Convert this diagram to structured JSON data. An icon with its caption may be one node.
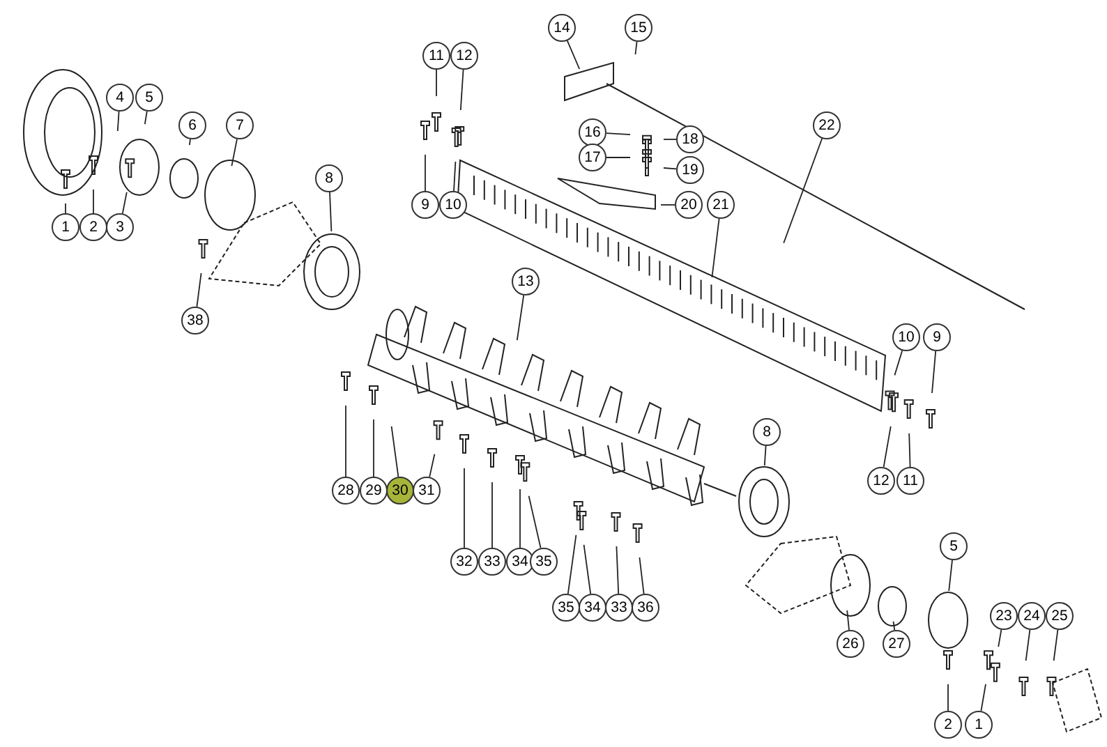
{
  "diagram": {
    "nodes": [
      {
        "text": [
          "1"
        ]
      },
      {
        "text": [
          "2"
        ]
      },
      {
        "text": [
          "3"
        ]
      },
      {
        "text": [
          "4"
        ]
      },
      {
        "text": [
          "5"
        ]
      },
      {
        "text": [
          "6"
        ]
      },
      {
        "text": [
          "7"
        ]
      },
      {
        "text": [
          "8"
        ]
      },
      {
        "text": [
          "9"
        ]
      },
      {
        "text": [
          "10"
        ]
      },
      {
        "text": [
          "11"
        ]
      },
      {
        "text": [
          "12"
        ]
      },
      {
        "text": [
          "13"
        ]
      },
      {
        "text": [
          "14"
        ]
      },
      {
        "text": [
          "15"
        ]
      },
      {
        "text": [
          "16"
        ]
      },
      {
        "text": [
          "17"
        ]
      },
      {
        "text": [
          "18"
        ]
      },
      {
        "text": [
          "19"
        ]
      },
      {
        "text": [
          "20"
        ]
      },
      {
        "text": [
          "21"
        ]
      },
      {
        "text": [
          "22"
        ]
      },
      {
        "text": [
          "38"
        ]
      },
      {
        "text": [
          "10"
        ]
      },
      {
        "text": [
          "9"
        ]
      },
      {
        "text": [
          "12"
        ]
      },
      {
        "text": [
          "11"
        ]
      },
      {
        "text": [
          "28"
        ]
      },
      {
        "text": [
          "29"
        ]
      },
      {
        "text": [
          "30"
        ]
      },
      {
        "text": [
          "31"
        ]
      },
      {
        "text": [
          "32"
        ]
      },
      {
        "text": [
          "33"
        ]
      },
      {
        "text": [
          "34"
        ]
      },
      {
        "text": [
          "35"
        ]
      },
      {
        "text": [
          "8"
        ]
      },
      {
        "text": [
          "35"
        ]
      },
      {
        "text": [
          "34"
        ]
      },
      {
        "text": [
          "33"
        ]
      },
      {
        "text": [
          "36"
        ]
      },
      {
        "text": [
          "5"
        ]
      },
      {
        "text": [
          "23"
        ]
      },
      {
        "text": [
          "24"
        ]
      },
      {
        "text": [
          "25"
        ]
      },
      {
        "text": [
          "26"
        ]
      },
      {
        "text": [
          "27"
        ]
      },
      {
        "text": [
          "2"
        ]
      },
      {
        "text": [
          "1"
        ]
      }
    ],
    "edges": [
      {
        "from": 0,
        "to": null,
        "arrow": "none"
      },
      {
        "from": 1,
        "to": null,
        "arrow": "none"
      },
      {
        "from": 2,
        "to": null,
        "arrow": "none"
      },
      {
        "from": 3,
        "to": null,
        "arrow": "none"
      },
      {
        "from": 4,
        "to": null,
        "arrow": "none"
      },
      {
        "from": 5,
        "to": null,
        "arrow": "none"
      },
      {
        "from": 6,
        "to": null,
        "arrow": "none"
      },
      {
        "from": 7,
        "to": null,
        "arrow": "none"
      },
      {
        "from": 8,
        "to": null,
        "arrow": "none"
      },
      {
        "from": 9,
        "to": null,
        "arrow": "none"
      },
      {
        "from": 10,
        "to": null,
        "arrow": "none"
      },
      {
        "from": 11,
        "to": null,
        "arrow": "none"
      },
      {
        "from": 12,
        "to": null,
        "arrow": "none"
      },
      {
        "from": 13,
        "to": null,
        "arrow": "none"
      },
      {
        "from": 14,
        "to": null,
        "arrow": "none"
      },
      {
        "from": 15,
        "to": null,
        "arrow": "none"
      },
      {
        "from": 16,
        "to": null,
        "arrow": "none"
      },
      {
        "from": 17,
        "to": null,
        "arrow": "none"
      },
      {
        "from": 18,
        "to": null,
        "arrow": "none"
      },
      {
        "from": 19,
        "to": null,
        "arrow": "none"
      },
      {
        "from": 20,
        "to": null,
        "arrow": "none"
      },
      {
        "from": 21,
        "to": null,
        "arrow": "none"
      },
      {
        "from": 22,
        "to": null,
        "arrow": "none"
      },
      {
        "from": 23,
        "to": null,
        "arrow": "none"
      },
      {
        "from": 24,
        "to": null,
        "arrow": "none"
      },
      {
        "from": 25,
        "to": null,
        "arrow": "none"
      },
      {
        "from": 26,
        "to": null,
        "arrow": "none"
      },
      {
        "from": 27,
        "to": null,
        "arrow": "none"
      },
      {
        "from": 28,
        "to": null,
        "arrow": "none"
      },
      {
        "from": 29,
        "to": null,
        "arrow": "none"
      },
      {
        "from": 30,
        "to": null,
        "arrow": "none"
      },
      {
        "from": 31,
        "to": null,
        "arrow": "none"
      },
      {
        "from": 32,
        "to": null,
        "arrow": "none"
      },
      {
        "from": 33,
        "to": null,
        "arrow": "none"
      },
      {
        "from": 34,
        "to": null,
        "arrow": "none"
      },
      {
        "from": 35,
        "to": null,
        "arrow": "none"
      },
      {
        "from": 36,
        "to": null,
        "arrow": "none"
      },
      {
        "from": 37,
        "to": null,
        "arrow": "none"
      },
      {
        "from": 38,
        "to": null,
        "arrow": "none"
      },
      {
        "from": 39,
        "to": null,
        "arrow": "none"
      },
      {
        "from": 40,
        "to": null,
        "arrow": "none"
      },
      {
        "from": 41,
        "to": null,
        "arrow": "none"
      },
      {
        "from": 42,
        "to": null,
        "arrow": "none"
      },
      {
        "from": 43,
        "to": null,
        "arrow": "none"
      },
      {
        "from": 44,
        "to": null,
        "arrow": "none"
      },
      {
        "from": 45,
        "to": null,
        "arrow": "none"
      },
      {
        "from": 46,
        "to": null,
        "arrow": "none"
      },
      {
        "from": 47,
        "to": null,
        "arrow": "none"
      }
    ]
  }
}
